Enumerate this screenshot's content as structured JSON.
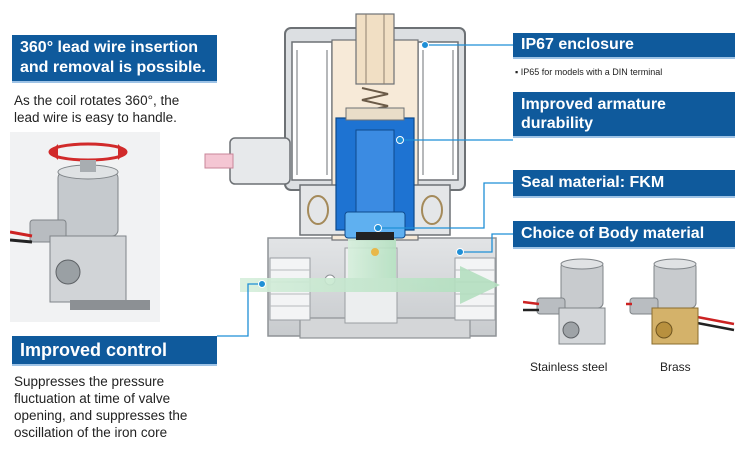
{
  "left_top": {
    "heading_line1": "360° lead wire insertion",
    "heading_line2": "and removal is possible.",
    "desc_line1": "As the coil rotates 360°, the",
    "desc_line2": "lead wire is easy to handle."
  },
  "left_bottom": {
    "heading": "Improved control",
    "desc_line1": "Suppresses the pressure",
    "desc_line2": "fluctuation at time of valve",
    "desc_line3": "opening, and suppresses the",
    "desc_line4": "oscillation of the iron core"
  },
  "right": {
    "ip67_heading": "IP67 enclosure",
    "ip67_note": "IP65 for models with a DIN terminal",
    "armature_line1": "Improved armature",
    "armature_line2": "durability",
    "seal_heading": "Seal material: FKM",
    "body_heading": "Choice of Body material",
    "material_1": "Stainless steel",
    "material_2": "Brass"
  },
  "colors": {
    "label_box": "#0f5a9c",
    "leader": "#1f8fd6",
    "armature": "#1e73d2",
    "flow": "#bfe6c9"
  }
}
